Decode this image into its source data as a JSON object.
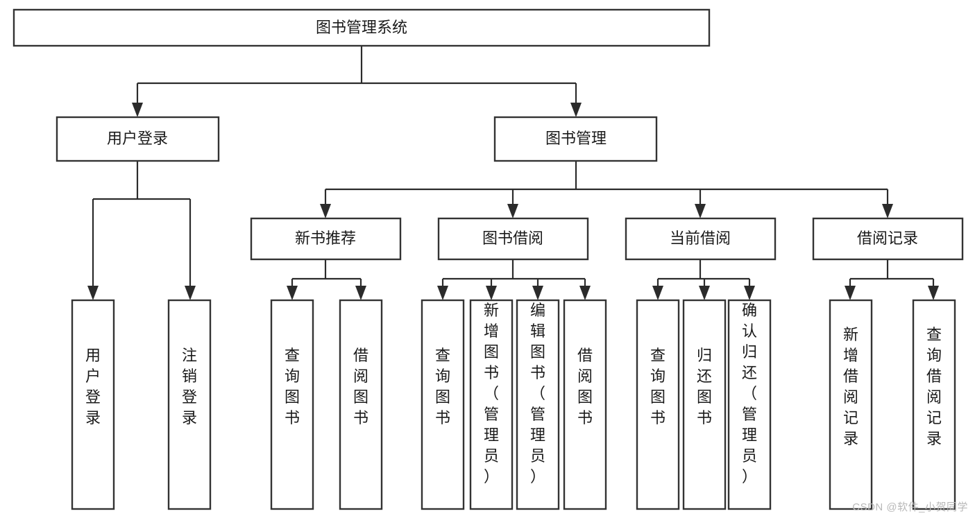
{
  "diagram": {
    "type": "tree-hierarchy",
    "orientation": "top-down",
    "title_node": "图书管理系统",
    "watermark": "CSDN @软件_小贺同学",
    "colors": {
      "box_fill": "#ffffff",
      "box_stroke": "#333333",
      "connector": "#2b2b2b",
      "text": "#1a1a1a",
      "watermark": "#b8b8b8",
      "background": "#ffffff"
    },
    "levels": {
      "level1": [
        "图书管理系统"
      ],
      "level2": [
        "用户登录",
        "图书管理"
      ],
      "level3": [
        "新书推荐",
        "图书借阅",
        "当前借阅",
        "借阅记录"
      ],
      "level4": [
        "用户登录",
        "注销登录",
        "查询图书",
        "借阅图书",
        "查询图书",
        "新增图书（管理员）",
        "编辑图书（管理员）",
        "借阅图书",
        "查询图书",
        "归还图书",
        "确认归还（管理员）",
        "新增借阅记录",
        "查询借阅记录"
      ]
    },
    "nodes": {
      "root": {
        "label": "图书管理系统"
      },
      "user_login": {
        "label": "用户登录"
      },
      "book_manage": {
        "label": "图书管理"
      },
      "new_book_rec": {
        "label": "新书推荐"
      },
      "book_borrow": {
        "label": "图书借阅"
      },
      "current_borrow": {
        "label": "当前借阅"
      },
      "borrow_record": {
        "label": "借阅记录"
      },
      "leaf_user_login": {
        "label": "用户登录"
      },
      "leaf_logout": {
        "label": "注销登录"
      },
      "leaf_query_book_1": {
        "label": "查询图书"
      },
      "leaf_borrow_book_1": {
        "label": "借阅图书"
      },
      "leaf_query_book_2": {
        "label": "查询图书"
      },
      "leaf_add_book": {
        "label": "新增图书（管理员）"
      },
      "leaf_edit_book": {
        "label": "编辑图书（管理员）"
      },
      "leaf_borrow_book_2": {
        "label": "借阅图书"
      },
      "leaf_query_book_3": {
        "label": "查询图书"
      },
      "leaf_return_book": {
        "label": "归还图书"
      },
      "leaf_confirm_return": {
        "label": "确认归还（管理员）"
      },
      "leaf_add_record": {
        "label": "新增借阅记录"
      },
      "leaf_query_record": {
        "label": "查询借阅记录"
      }
    },
    "edges": [
      {
        "from": "root",
        "to": "user_login"
      },
      {
        "from": "root",
        "to": "book_manage"
      },
      {
        "from": "user_login",
        "to": "leaf_user_login"
      },
      {
        "from": "user_login",
        "to": "leaf_logout"
      },
      {
        "from": "book_manage",
        "to": "new_book_rec"
      },
      {
        "from": "book_manage",
        "to": "book_borrow"
      },
      {
        "from": "book_manage",
        "to": "current_borrow"
      },
      {
        "from": "book_manage",
        "to": "borrow_record"
      },
      {
        "from": "new_book_rec",
        "to": "leaf_query_book_1"
      },
      {
        "from": "new_book_rec",
        "to": "leaf_borrow_book_1"
      },
      {
        "from": "book_borrow",
        "to": "leaf_query_book_2"
      },
      {
        "from": "book_borrow",
        "to": "leaf_add_book"
      },
      {
        "from": "book_borrow",
        "to": "leaf_edit_book"
      },
      {
        "from": "book_borrow",
        "to": "leaf_borrow_book_2"
      },
      {
        "from": "current_borrow",
        "to": "leaf_query_book_3"
      },
      {
        "from": "current_borrow",
        "to": "leaf_return_book"
      },
      {
        "from": "current_borrow",
        "to": "leaf_confirm_return"
      },
      {
        "from": "borrow_record",
        "to": "leaf_add_record"
      },
      {
        "from": "borrow_record",
        "to": "leaf_query_record"
      }
    ]
  }
}
